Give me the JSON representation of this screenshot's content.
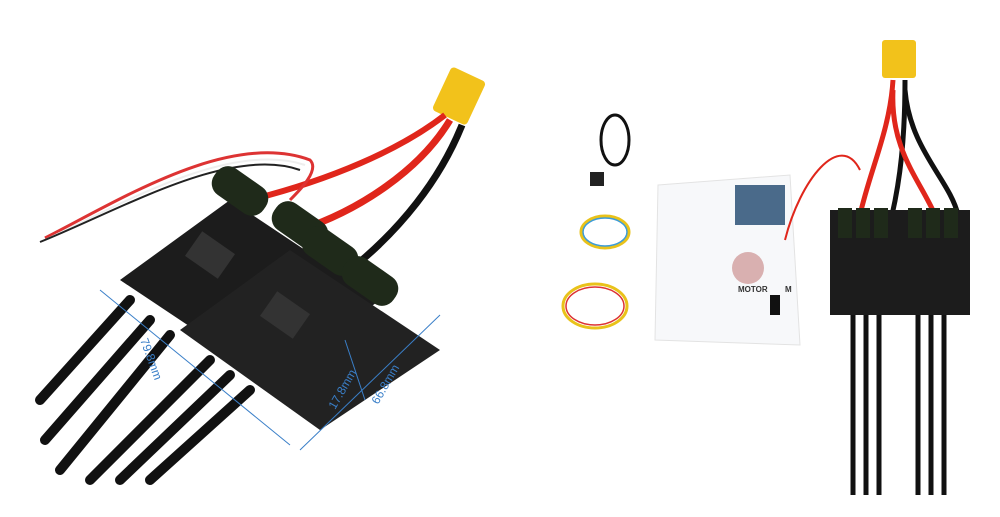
{
  "left_photo": {
    "dimensions": {
      "length": "79.8mm",
      "height": "17.8mm",
      "width": "66.8mm"
    }
  },
  "right_photo": {
    "manual_label_1": "MOTOR",
    "manual_label_2": "M"
  },
  "colors": {
    "accent_dimension": "#3a7fc8",
    "connector": "#f2c21b",
    "pcb": "#1c1c1c",
    "wire_red": "#e0261b"
  }
}
